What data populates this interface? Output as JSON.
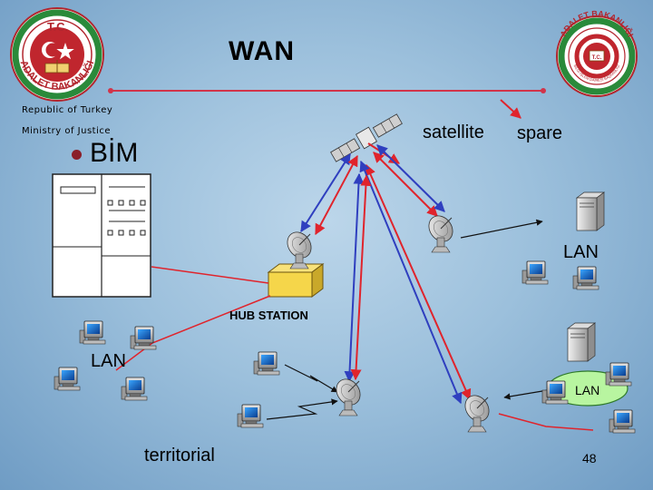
{
  "slide": {
    "title": "WAN",
    "subtitle_line1": "Republic of Turkey",
    "subtitle_line2": "Ministry of Justice",
    "bullet_text": "BİM",
    "page_number": "48"
  },
  "logos": {
    "left": {
      "top_text": "T.C.",
      "ring_text": "ADALET BAKANLIĞI"
    },
    "right": {
      "ring_text": "ADALET BAKANLIĞI",
      "inner_text": "BİLGİ İŞLEM DAİRESİ BAŞKANLIĞI",
      "center_text": "T.C."
    }
  },
  "labels": {
    "satellite": "satellite",
    "spare": "spare",
    "lan_right": "LAN",
    "hub_station": "HUB STATION",
    "lan_left": "LAN",
    "lan_cloud": "LAN",
    "territorial": "territorial"
  },
  "colors": {
    "accent_red": "#d1344a",
    "link_red": "#e0242c",
    "link_blue": "#2f3fbf",
    "hub_yellow": "#f5d64a",
    "lan_cloud_green": "#b8f5a0"
  }
}
